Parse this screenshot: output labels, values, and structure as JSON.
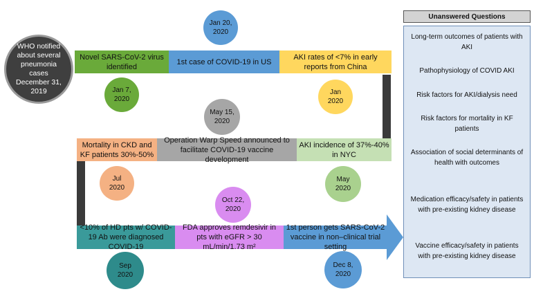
{
  "panel": {
    "title": "Unanswered Questions",
    "questions": [
      "Long-term outcomes of patients with AKI",
      "Pathophysiology of COVID AKI",
      "Risk factors for AKI/dialysis need",
      "Risk factors for mortality in KF patients",
      "Association of social determinants of health with outcomes",
      "Medication efficacy/safety in patients with pre-existing kidney disease",
      "Vaccine efficacy/safety in patients with pre-existing kidney disease"
    ]
  },
  "who": {
    "text": "WHO notified\nabout several\npneumonia cases\nDecember 31,\n2019"
  },
  "row1": {
    "events": [
      {
        "text": "Novel SARS-CoV-2 virus identified",
        "date": "Jan 7,\n2020",
        "color": "#6aaa3a",
        "circle_color": "#6aaa3a"
      },
      {
        "text": "1st case of COVID-19 in US",
        "date": "Jan 20,\n2020",
        "color": "#5b9bd5",
        "circle_color": "#5b9bd5"
      },
      {
        "text": "AKI rates of <7% in early reports from China",
        "date": "Jan\n2020",
        "color": "#ffd75e",
        "circle_color": "#ffd75e"
      }
    ]
  },
  "row2": {
    "events": [
      {
        "text": "Mortality in CKD and KF patients 30%-50%",
        "date": "Jul\n2020",
        "color": "#f4b183",
        "circle_color": "#f4b183"
      },
      {
        "text": "Operation Warp Speed announced to facilitate COVID-19 vaccine development",
        "date": "May 15,\n2020",
        "color": "#a6a6a6",
        "circle_color": "#a6a6a6"
      },
      {
        "text": "AKI incidence of 37%-40% in NYC",
        "date": "May\n2020",
        "color": "#c5e0b4",
        "circle_color": "#a9d18e"
      }
    ]
  },
  "row3": {
    "events": [
      {
        "text": "<10% of HD pts w/ COVID-19 Ab were diagnosed COVID-19",
        "date": "Sep\n2020",
        "color": "#3a9a9a",
        "circle_color": "#2e8b8b"
      },
      {
        "text": "FDA approves remdesivir in pts with eGFR > 30 mL/min/1.73 m²",
        "date": "Oct 22,\n2020",
        "color": "#d98cf0",
        "circle_color": "#d98cf0"
      },
      {
        "text": "1st person gets SARS-CoV-2 vaccine in non–clinical trial setting",
        "date": "Dec 8,\n2020",
        "color": "#5b9bd5",
        "circle_color": "#5b9bd5"
      }
    ]
  }
}
